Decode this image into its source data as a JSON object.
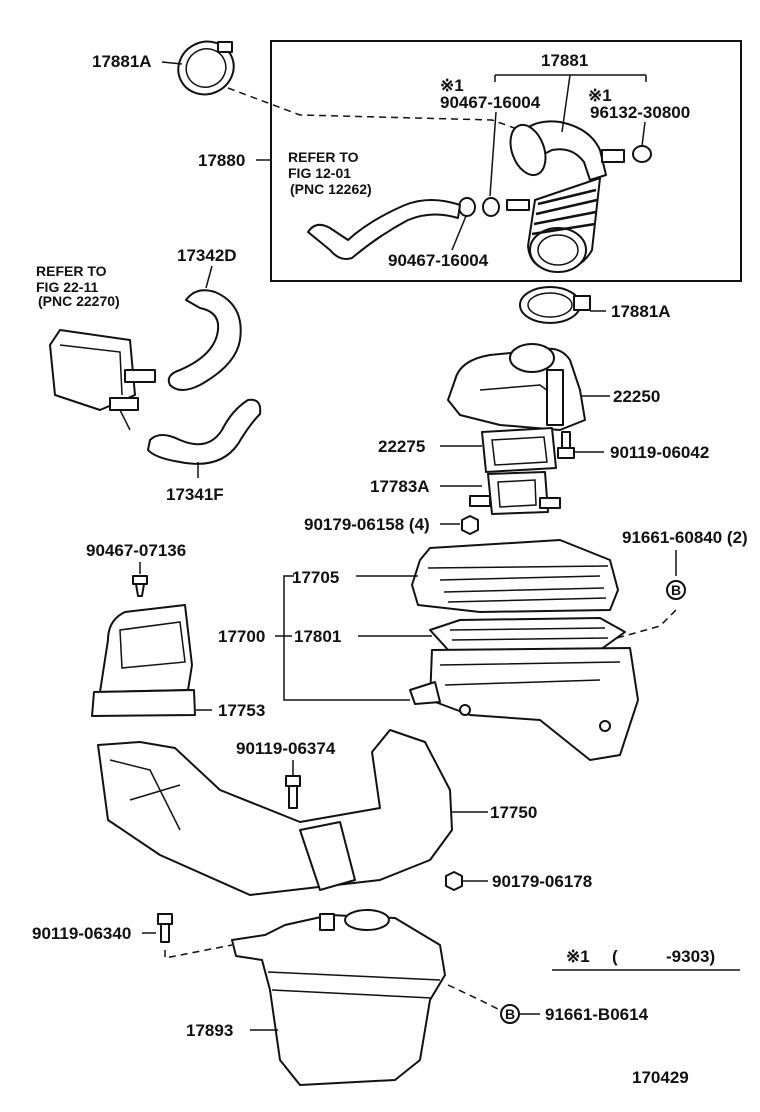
{
  "diagram_id": "170429",
  "note": {
    "symbol": "※1",
    "open_paren": "(",
    "range": "-9303)"
  },
  "labels": {
    "p17881A_top": "17881A",
    "p17881": "17881",
    "mark1_left": "※1",
    "p90467_16004_top": "90467-16004",
    "mark1_right": "※1",
    "p96132_30800": "96132-30800",
    "p17880": "17880",
    "refer1_l1": "REFER TO",
    "refer1_l2": "FIG 12-01",
    "refer1_l3": "(PNC 12262)",
    "p90467_16004_bottom": "90467-16004",
    "p17342D": "17342D",
    "refer2_l1": "REFER TO",
    "refer2_l2": "FIG 22-11",
    "refer2_l3": "(PNC 22270)",
    "p17881A_mid": "17881A",
    "p22250": "22250",
    "p22275": "22275",
    "p90119_06042": "90119-06042",
    "p17341F": "17341F",
    "p17783A": "17783A",
    "p90179_06158": "90179-06158 (4)",
    "p91661_60840": "91661-60840 (2)",
    "p90467_07136": "90467-07136",
    "p17705": "17705",
    "p17700": "17700",
    "p17801": "17801",
    "p17753": "17753",
    "p90119_06374": "90119-06374",
    "p17750": "17750",
    "p90179_06178": "90179-06178",
    "p90119_06340": "90119-06340",
    "p17893": "17893",
    "p91661_B0614": "91661-B0614"
  },
  "icons": [
    "hose-clamp-icon",
    "air-hose-icon",
    "air-flow-meter-icon",
    "air-cleaner-icon",
    "bolt-icon",
    "nut-icon",
    "resonator-icon",
    "intake-duct-icon",
    "vacuum-switching-valve-icon"
  ]
}
